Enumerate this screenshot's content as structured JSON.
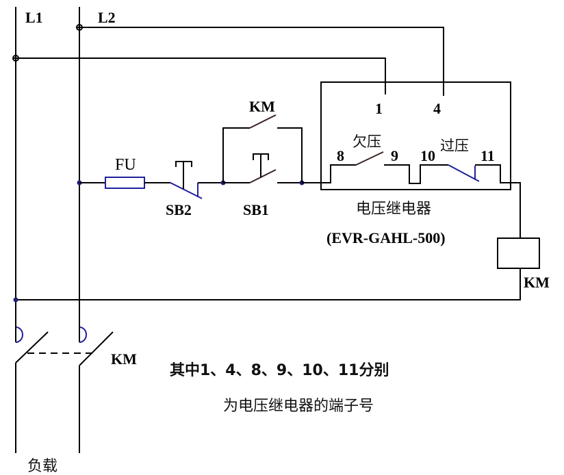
{
  "diagram": {
    "lines": {
      "l1": "L1",
      "l2": "L2"
    },
    "fuse": "FU",
    "stop_button": "SB2",
    "start_button": "SB1",
    "contactor_aux": "KM",
    "coil": "KM",
    "main_contacts": "KM",
    "load": "负载",
    "relay": {
      "name": "电压继电器",
      "model": "(EVR-GAHL-500)",
      "terminal_1": "1",
      "terminal_4": "4",
      "terminal_8": "8",
      "terminal_9": "9",
      "terminal_10": "10",
      "terminal_11": "11",
      "undervoltage": "欠压",
      "overvoltage": "过压"
    },
    "note_line1": "其中1、4、8、9、10、11分别",
    "note_line2": "为电压继电器的端子号"
  },
  "colors": {
    "wire": "#000000",
    "blue_element": "#1f1f9a",
    "contact": "#3a2424"
  }
}
